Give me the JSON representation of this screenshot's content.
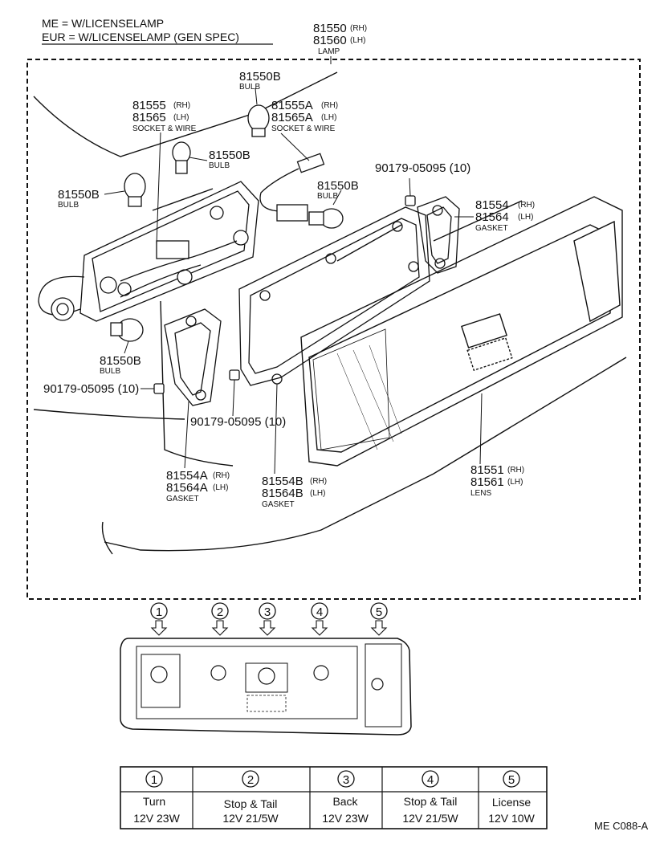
{
  "legend": {
    "line1": "ME = W/LICENSELAMP",
    "line2": "EUR = W/LICENSELAMP (GEN SPEC)"
  },
  "parts": {
    "lamp": {
      "pn1": "81550",
      "side1": "(RH)",
      "pn2": "81560",
      "side2": "(LH)",
      "desc": "LAMP"
    },
    "bulb_top": {
      "pn": "81550B",
      "desc": "BULB"
    },
    "socket_rh_lh": {
      "pn1": "81555",
      "side1": "(RH)",
      "pn2": "81565",
      "side2": "(LH)",
      "desc": "SOCKET & WIRE"
    },
    "socket_a": {
      "pn1": "81555A",
      "side1": "(RH)",
      "pn2": "81565A",
      "side2": "(LH)",
      "desc": "SOCKET & WIRE"
    },
    "bulb_mid": {
      "pn": "81550B",
      "desc": "BULB"
    },
    "bulb_left": {
      "pn": "81550B",
      "desc": "BULB"
    },
    "bulb_right": {
      "pn": "81550B",
      "desc": "BULB"
    },
    "nut_top": {
      "pn": "90179-05095",
      "qty": "(10)"
    },
    "gasket_main": {
      "pn1": "81554",
      "side1": "(RH)",
      "pn2": "81564",
      "side2": "(LH)",
      "desc": "GASKET"
    },
    "bulb_bottom": {
      "pn": "81550B",
      "desc": "BULB"
    },
    "nut_left": {
      "pn": "90179-05095",
      "qty": "(10)"
    },
    "nut_mid": {
      "pn": "90179-05095",
      "qty": "(10)"
    },
    "gasket_a": {
      "pn1": "81554A",
      "side1": "(RH)",
      "pn2": "81564A",
      "side2": "(LH)",
      "desc": "GASKET"
    },
    "gasket_b": {
      "pn1": "81554B",
      "side1": "(RH)",
      "pn2": "81564B",
      "side2": "(LH)",
      "desc": "GASKET"
    },
    "lens": {
      "pn1": "81551",
      "side1": "(RH)",
      "pn2": "81561",
      "side2": "(LH)",
      "desc": "LENS"
    }
  },
  "callouts": [
    "1",
    "2",
    "3",
    "4",
    "5"
  ],
  "bulb_table": [
    {
      "num": "1",
      "name": "Turn",
      "spec": "12V 23W"
    },
    {
      "num": "2",
      "name": "Stop & Tail",
      "spec": "12V 21/5W"
    },
    {
      "num": "3",
      "name": "Back",
      "spec": "12V 23W"
    },
    {
      "num": "4",
      "name": "Stop & Tail",
      "spec": "12V 21/5W"
    },
    {
      "num": "5",
      "name": "License",
      "spec": "12V 10W"
    }
  ],
  "figure_code": "ME  C088-A"
}
